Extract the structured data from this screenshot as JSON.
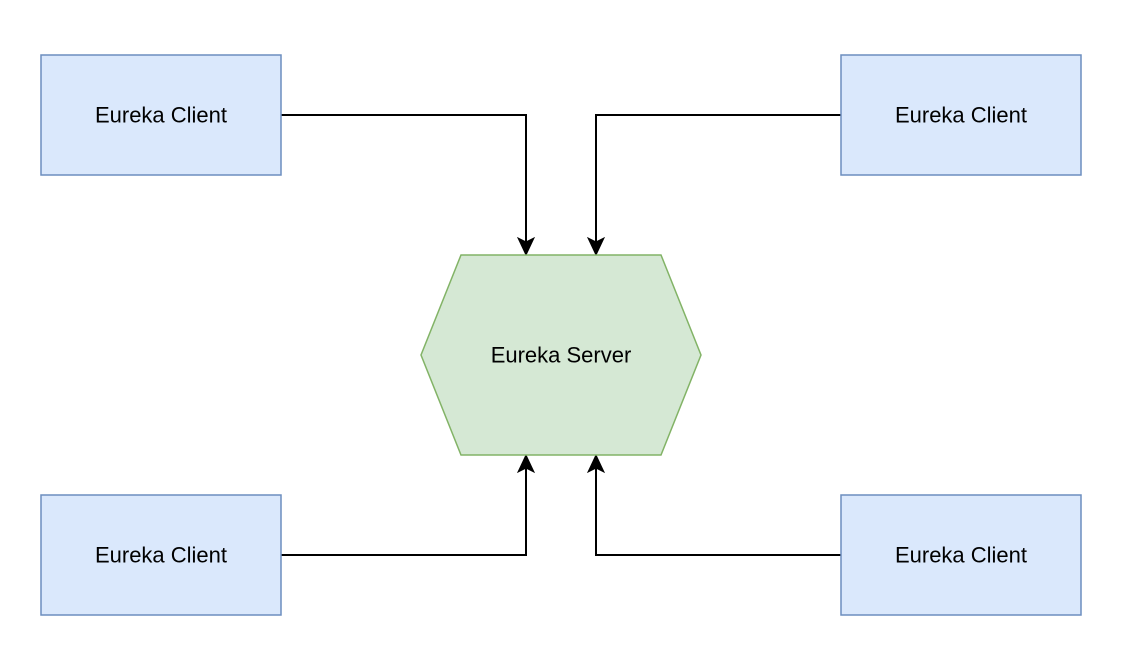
{
  "diagram": {
    "server": {
      "label": "Eureka Server",
      "fill": "#d5e8d4",
      "stroke": "#82b366"
    },
    "clients": [
      {
        "label": "Eureka Client"
      },
      {
        "label": "Eureka Client"
      },
      {
        "label": "Eureka Client"
      },
      {
        "label": "Eureka Client"
      }
    ],
    "client_style": {
      "fill": "#dae8fc",
      "stroke": "#6c8ebf"
    },
    "edge_color": "#000000"
  }
}
